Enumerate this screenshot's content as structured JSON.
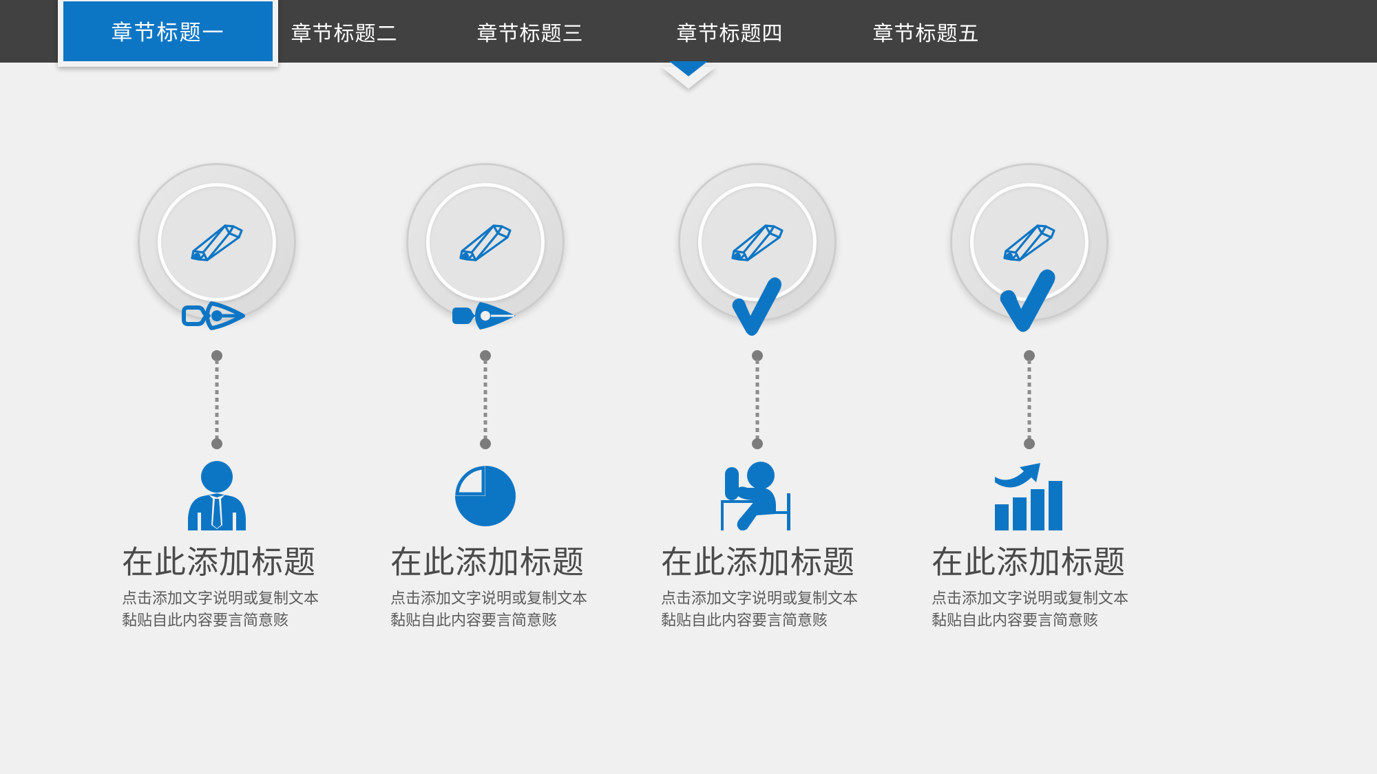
{
  "theme": {
    "accent": "#0d76c4",
    "nav_bg": "#414141",
    "page_bg": "#f0f0f0",
    "title_color": "#4a4a4a",
    "body_color": "#5c5c5c",
    "ring_color": "#e2e2e2",
    "dot_color": "#7c7c7c"
  },
  "nav": {
    "tabs": [
      {
        "label": "章节标题一",
        "active": true,
        "name": "tab-chapter-1"
      },
      {
        "label": "章节标题二",
        "active": false,
        "name": "tab-chapter-2"
      },
      {
        "label": "章节标题三",
        "active": false,
        "name": "tab-chapter-3"
      },
      {
        "label": "章节标题四",
        "active": false,
        "name": "tab-chapter-4"
      },
      {
        "label": "章节标题五",
        "active": false,
        "name": "tab-chapter-5"
      }
    ]
  },
  "groups": [
    {
      "ring_icon": "pencil-icon",
      "badge_icon": "pen-nib-outline-icon",
      "bottom_icon": "businessman-icon",
      "title": "在此添加标题",
      "body_line1": "点击添加文字说明或复制文本",
      "body_line2": "黏贴自此内容要言简意赅"
    },
    {
      "ring_icon": "pencil-icon",
      "badge_icon": "pen-nib-filled-icon",
      "bottom_icon": "pie-chart-icon",
      "title": "在此添加标题",
      "body_line1": "点击添加文字说明或复制文本",
      "body_line2": "黏贴自此内容要言简意赅"
    },
    {
      "ring_icon": "pencil-icon",
      "badge_icon": "checkmark-icon",
      "bottom_icon": "person-at-desk-icon",
      "title": "在此添加标题",
      "body_line1": "点击添加文字说明或复制文本",
      "body_line2": "黏贴自此内容要言简意赅"
    },
    {
      "ring_icon": "pencil-icon",
      "badge_icon": "checkmark-icon",
      "bottom_icon": "growth-bar-chart-icon",
      "title": "在此添加标题",
      "body_line1": "点击添加文字说明或复制文本",
      "body_line2": "黏贴自此内容要言简意赅"
    }
  ]
}
